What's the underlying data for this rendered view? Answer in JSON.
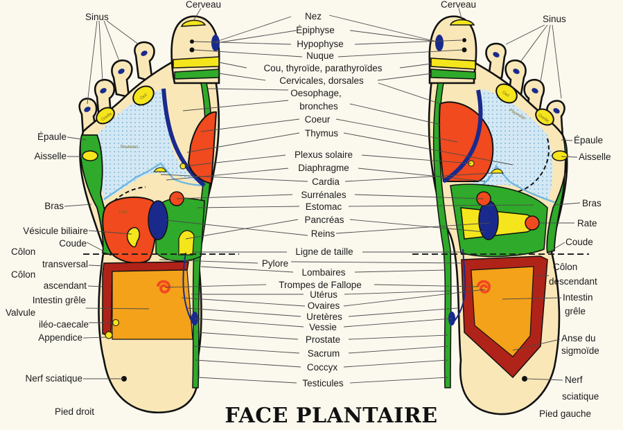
{
  "title": "FACE PLANTAIRE",
  "feet": {
    "right_foot_label": "Pied droit",
    "left_foot_label": "Pied gauche"
  },
  "top_labels": {
    "cerveau_left": "Cerveau",
    "cerveau_right": "Cerveau",
    "sinus_left": "Sinus",
    "sinus_right": "Sinus"
  },
  "center_labels": [
    "Nez",
    "Épiphyse",
    "Hypophyse",
    "Nuque",
    "Cou, thyroïde, parathyroïdes",
    "Cervicales, dorsales",
    "Oesophage,",
    "bronches",
    "Coeur",
    "Thymus",
    "Plexus solaire",
    "Diaphragme",
    "Cardia",
    "Surrénales",
    "Estomac",
    "Pancréas",
    "Reins",
    "Ligne de taille",
    "Pylore",
    "Lombaires",
    "Trompes de Fallope",
    "Utérus",
    "Ovaires",
    "Uretères",
    "Vessie",
    "Prostate",
    "Sacrum",
    "Coccyx",
    "Testicules"
  ],
  "left_side_labels": [
    "Épaule",
    "Aisselle",
    "Bras",
    "Vésicule biliaire",
    "Coude",
    "Côlon",
    "transversal",
    "Côlon",
    "ascendant",
    "Intestin grêle",
    "Valvule",
    "iléo-caecale",
    "Appendice",
    "Nerf sciatique"
  ],
  "right_side_labels": [
    "Épaule",
    "Aisselle",
    "Bras",
    "Rate",
    "Coude",
    "Côlon",
    "descendant",
    "Intestin",
    "grêle",
    "Anse du",
    "sigmoïde",
    "Nerf",
    "sciatique"
  ],
  "organ_tags": {
    "oeil": "Oeil",
    "oreille": "Oreille",
    "poumons": "Poumons",
    "foie": "Foie"
  },
  "colors": {
    "skin": "#f9e7b8",
    "green": "#2faa2a",
    "yellow": "#f5e51c",
    "red": "#f04a1e",
    "darkred": "#b02318",
    "orange": "#f4a21a",
    "navy": "#1a2a8c",
    "lung": "#cfe6f2",
    "lightblue": "#6fb8e0"
  }
}
